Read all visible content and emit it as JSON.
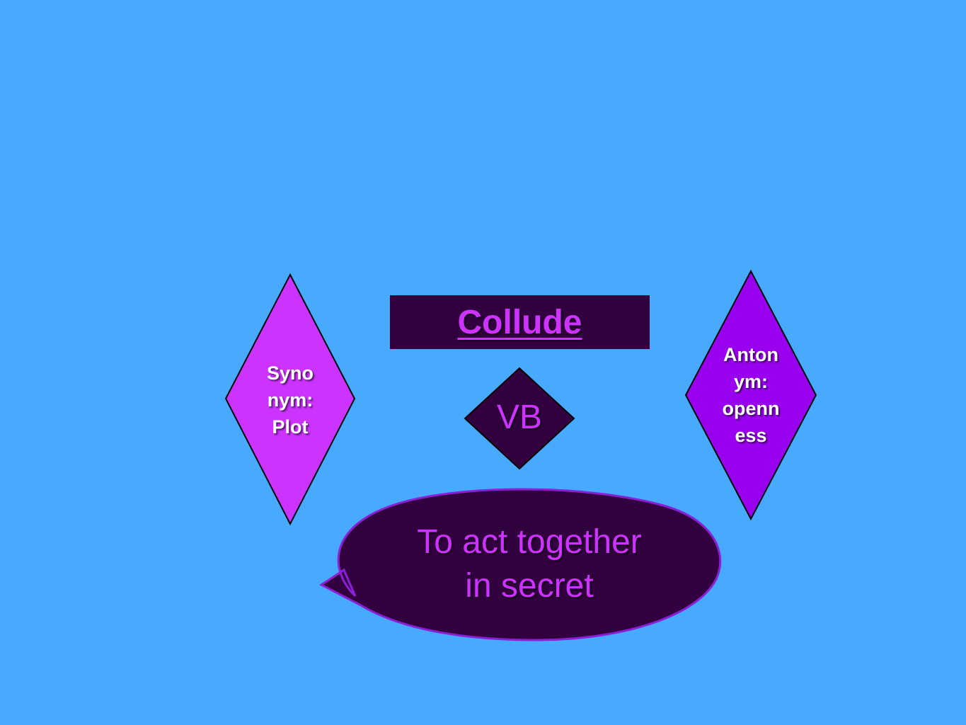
{
  "slide": {
    "background": "#48aaff",
    "word": "Collude",
    "part_of_speech": "VB",
    "synonym": [
      "Syno",
      "nym:",
      "Plot"
    ],
    "antonym": [
      "Anton",
      "ym:",
      "openn",
      "ess"
    ],
    "definition": [
      "To act together",
      "in secret"
    ]
  },
  "colors": {
    "dark_purple": "#33003f",
    "synonym_fill": "#cc33ff",
    "antonym_fill": "#9900ee",
    "accent_text": "#cc33ff",
    "callout_border": "#8a1fd6"
  }
}
